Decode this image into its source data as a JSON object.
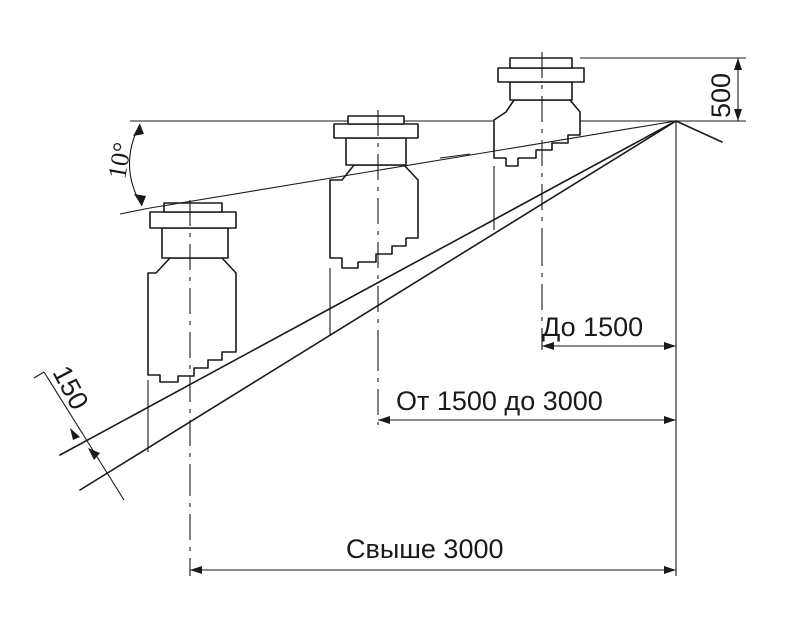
{
  "dimensions": {
    "upto_1500": "До 1500",
    "from_1500_to_3000": "От 1500 до 3000",
    "over_3000": "Свыше 3000",
    "height_500": "500",
    "thickness_150": "150",
    "angle_10": "10°"
  }
}
